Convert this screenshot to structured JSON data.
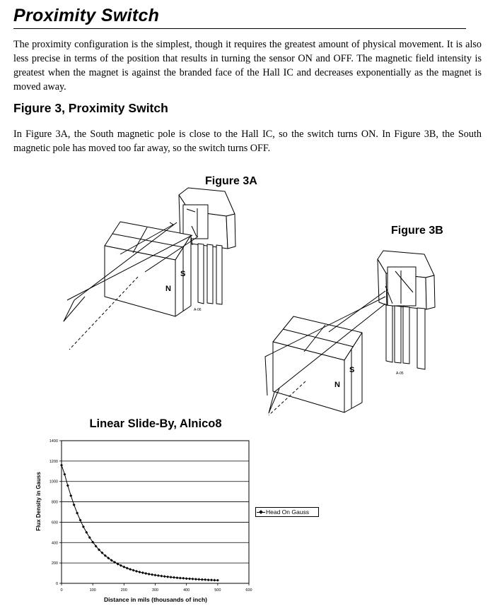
{
  "heading": "Proximity Switch",
  "intro_paragraph": "The proximity configuration is the simplest, though it requires the greatest amount of physical movement. It is also less precise in terms of the position that results in turning the sensor ON and OFF. The magnetic field intensity is greatest when the magnet is against the branded face of the Hall IC and decreases exponentially as the magnet is moved away.",
  "section_heading": "Figure 3, Proximity Switch",
  "figure_paragraph": "In Figure 3A, the South magnetic pole is close to the Hall IC, so the switch turns ON. In Figure 3B, the South magnetic pole has moved too far away, so the switch turns OFF.",
  "figure_3a": {
    "label": "Figure 3A",
    "pole_n": "N",
    "pole_s": "S",
    "part_code": "A-06"
  },
  "figure_3b": {
    "label": "Figure 3B",
    "pole_n": "N",
    "pole_s": "S",
    "part_code": "A-05"
  },
  "chart_data": {
    "type": "line",
    "title": "Linear Slide-By, Alnico8",
    "xlabel": "Distance in mils (thousands of inch)",
    "ylabel": "Flux Density in Gauss",
    "xlim": [
      0,
      600
    ],
    "ylim": [
      0,
      1400
    ],
    "xticks": [
      0,
      100,
      200,
      300,
      400,
      500,
      600
    ],
    "yticks": [
      0,
      200,
      400,
      600,
      800,
      1000,
      1200,
      1400
    ],
    "grid": "horizontal",
    "legend_position": "right",
    "series": [
      {
        "name": "Head On Gauss",
        "x": [
          0,
          10,
          20,
          30,
          40,
          50,
          60,
          70,
          80,
          90,
          100,
          110,
          120,
          130,
          140,
          150,
          160,
          170,
          180,
          190,
          200,
          210,
          220,
          230,
          240,
          250,
          260,
          270,
          280,
          290,
          300,
          310,
          320,
          330,
          340,
          350,
          360,
          370,
          380,
          390,
          400,
          410,
          420,
          430,
          440,
          450,
          460,
          470,
          480,
          490,
          500
        ],
        "y": [
          1160,
          1070,
          960,
          860,
          770,
          690,
          620,
          555,
          500,
          450,
          405,
          365,
          330,
          300,
          272,
          248,
          226,
          207,
          190,
          175,
          161,
          149,
          138,
          128,
          119,
          111,
          104,
          97,
          91,
          86,
          81,
          76,
          72,
          68,
          64,
          61,
          58,
          55,
          52,
          50,
          47,
          45,
          43,
          41,
          39,
          37,
          36,
          34,
          33,
          31,
          30
        ]
      }
    ]
  }
}
